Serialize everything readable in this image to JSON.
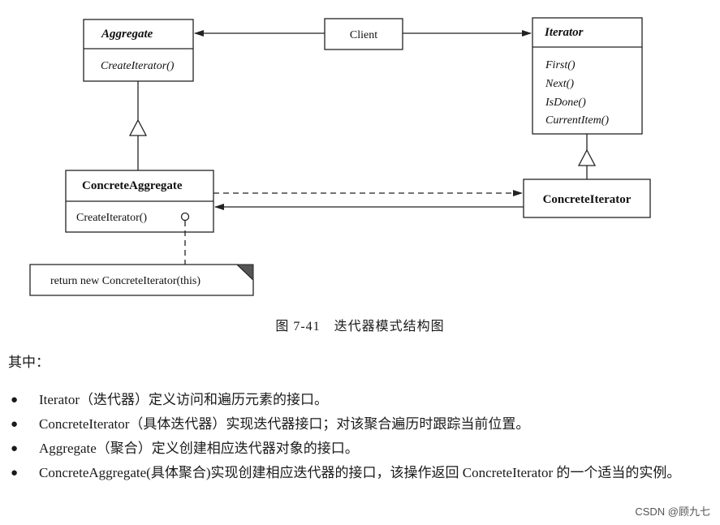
{
  "diagram": {
    "aggregate": {
      "name": "Aggregate",
      "ops": [
        "CreateIterator()"
      ]
    },
    "client": {
      "name": "Client"
    },
    "iterator": {
      "name": "Iterator",
      "ops": [
        "First()",
        "Next()",
        "IsDone()",
        "CurrentItem()"
      ]
    },
    "concrete_aggregate": {
      "name": "ConcreteAggregate",
      "ops": [
        "CreateIterator()"
      ]
    },
    "concrete_iterator": {
      "name": "ConcreteIterator"
    },
    "note": "return new ConcreteIterator(this)"
  },
  "caption": "图 7-41　迭代器模式结构图",
  "intro": "其中：",
  "bullets": [
    "Iterator（迭代器）定义访问和遍历元素的接口。",
    "ConcreteIterator（具体迭代器）实现迭代器接口；对该聚合遍历时跟踪当前位置。",
    "Aggregate（聚合）定义创建相应迭代器对象的接口。",
    "ConcreteAggregate(具体聚合)实现创建相应迭代器的接口，该操作返回 ConcreteIterator 的一个适当的实例。"
  ],
  "watermark": "CSDN @顾九七"
}
